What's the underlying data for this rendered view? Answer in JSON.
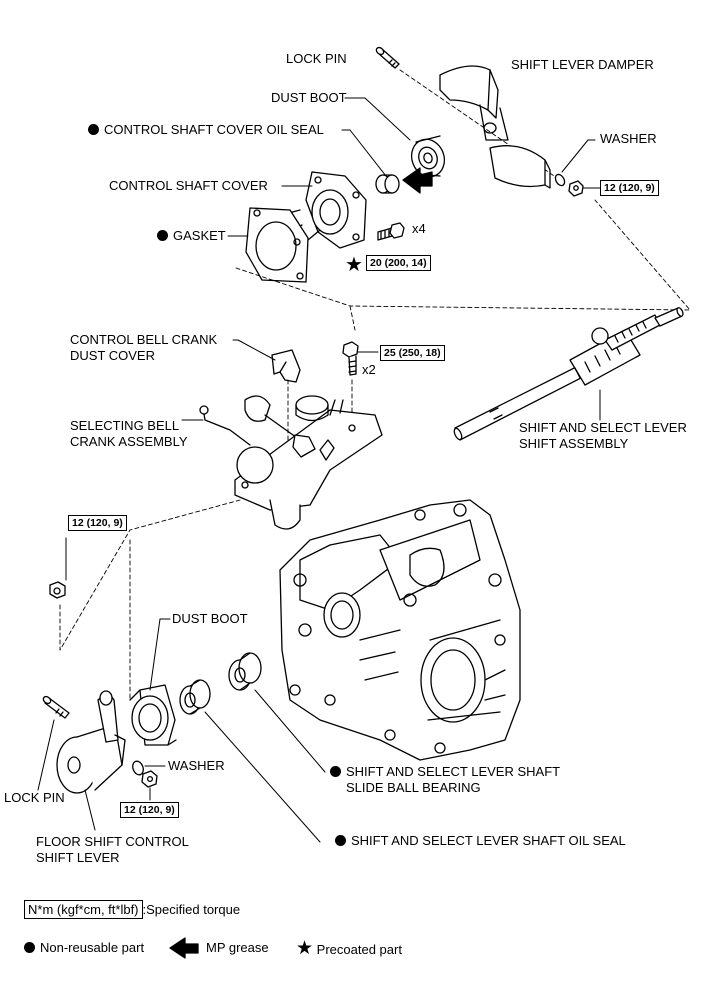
{
  "labels": {
    "lock_pin_top": "LOCK PIN",
    "shift_lever_damper": "SHIFT LEVER DAMPER",
    "dust_boot_top": "DUST BOOT",
    "control_shaft_cover_oil_seal": "CONTROL SHAFT COVER OIL SEAL",
    "washer_top": "WASHER",
    "control_shaft_cover": "CONTROL SHAFT COVER",
    "gasket": "GASKET",
    "control_bell_crank_dust_cover_1": "CONTROL BELL CRANK",
    "control_bell_crank_dust_cover_2": "DUST COVER",
    "selecting_bell_crank_1": "SELECTING BELL",
    "selecting_bell_crank_2": "CRANK ASSEMBLY",
    "shift_select_lever_shaft_1": "SHIFT AND SELECT LEVER",
    "shift_select_lever_shaft_2": "SHIFT ASSEMBLY",
    "dust_boot_bottom": "DUST BOOT",
    "washer_bottom": "WASHER",
    "lock_pin_bottom": "LOCK PIN",
    "slide_ball_bearing_1": "SHIFT AND SELECT LEVER SHAFT",
    "slide_ball_bearing_2": "SLIDE BALL BEARING",
    "floor_shift_lever_1": "FLOOR SHIFT CONTROL",
    "floor_shift_lever_2": "SHIFT LEVER",
    "shaft_oil_seal": "SHIFT AND SELECT LEVER SHAFT OIL SEAL"
  },
  "torques": {
    "washer_top": "12 (120, 9)",
    "cover_bolts": "20 (200, 14)",
    "bell_crank_bolts": "25 (250, 18)",
    "left_nut": "12 (120, 9)",
    "bottom_nut": "12 (120, 9)"
  },
  "quantities": {
    "cover_bolts": "x4",
    "bell_crank_bolts": "x2"
  },
  "legend": {
    "torque_unit": "N*m (kgf*cm, ft*lbf)",
    "torque_text": ":Specified torque",
    "non_reusable": "Non-reusable part",
    "mp_grease": "MP grease",
    "precoated": "Precoated part"
  }
}
